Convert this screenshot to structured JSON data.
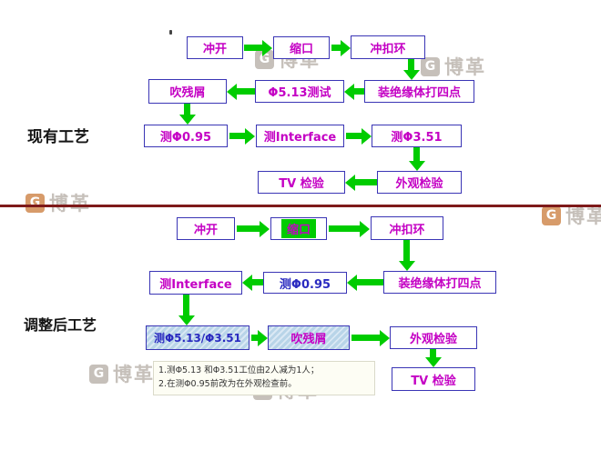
{
  "titles": {
    "current": "现有工艺",
    "adjusted": "调整后工艺"
  },
  "flow_current": {
    "chongkai": "冲开",
    "suokou": "缩口",
    "chongkouhuan": "冲扣环",
    "zhuangjueyuanti": "装绝缘体打四点",
    "ce513": "Φ5.13测试",
    "chuicanxie": "吹残屑",
    "ce095": "测Φ0.95",
    "interface": "测Interface",
    "ce351": "测Φ3.51",
    "waiguan": "外观检验",
    "tv": "TV 检验"
  },
  "flow_adjusted": {
    "chongkai": "冲开",
    "suokou": "缩口",
    "chongkouhuan": "冲扣环",
    "zhuangjueyuanti": "装绝缘体打四点",
    "ce095": "测Φ0.95",
    "interface": "测Interface",
    "ce513_351": "测Φ5.13/Φ3.51",
    "chuicanxie": "吹残屑",
    "waiguan": "外观检验",
    "tv": "TV 检验"
  },
  "notes": {
    "line1": "1.测Φ5.13 和Φ3.51工位由2人减为1人；",
    "line2": "2.在测Φ0.95前改为在外观检查前。"
  },
  "watermark": {
    "text": "博革",
    "logo_letter": "G"
  },
  "colors": {
    "box_border": "#3a35b5",
    "box_text": "#c400c4",
    "alt_text": "#2a2ac0",
    "arrow": "#00cc00",
    "divider": "#7e1a1a",
    "hatch_bg": "#b8d4e8",
    "watermark": "#c6c0ba",
    "watermark_accent": "#d79b6a",
    "note_text": "#333333"
  }
}
